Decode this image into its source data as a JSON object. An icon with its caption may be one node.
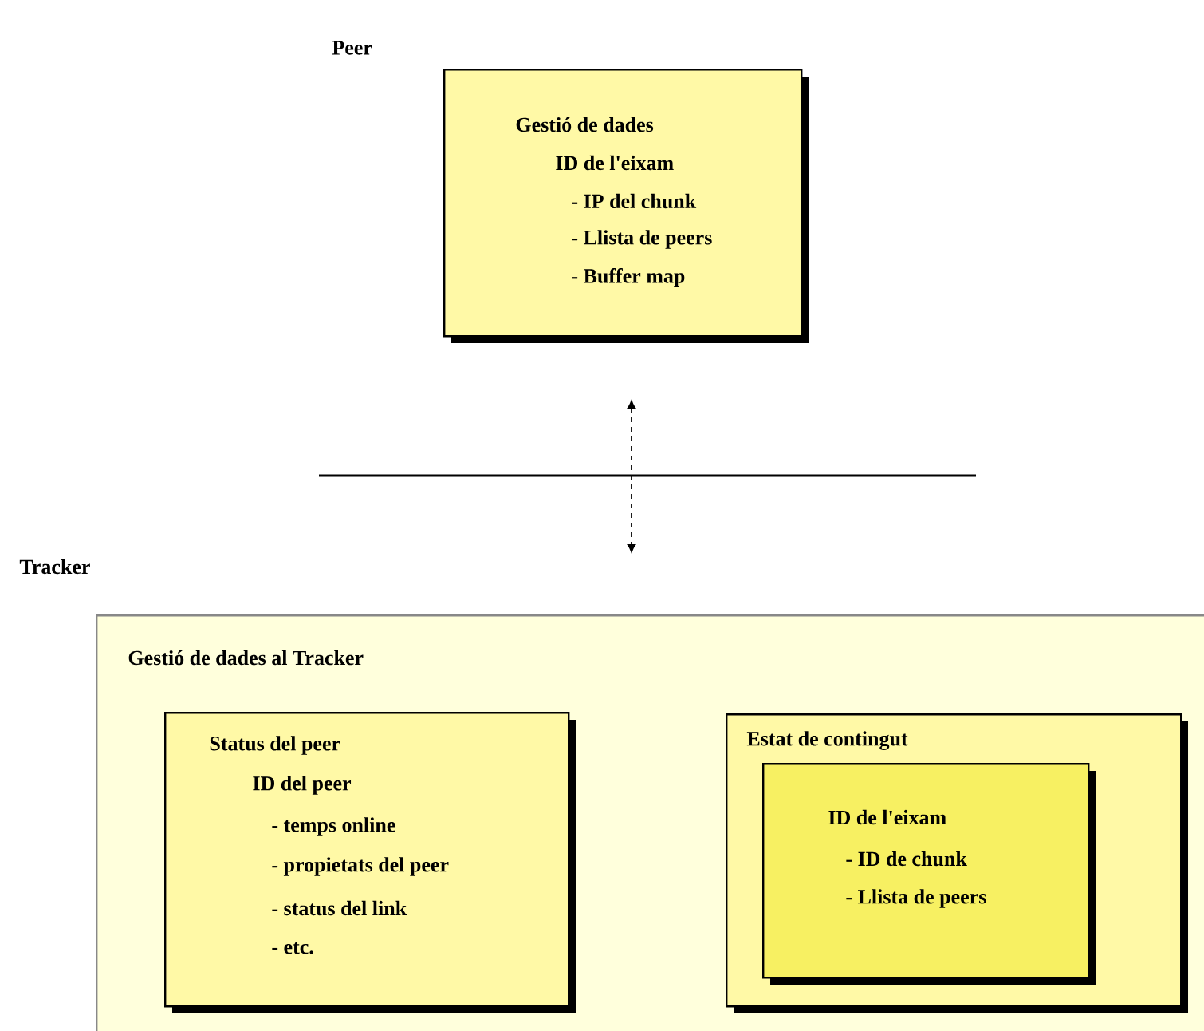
{
  "diagram": {
    "nodes": [
      {
        "text": [
          "Gestió de dades",
          "ID de l'eixam",
          "- IP del chunk",
          "- Llista de peers",
          "- Buffer map"
        ]
      },
      {
        "text": [
          "Gestió de dades al Tracker"
        ]
      },
      {
        "text": [
          "Status del peer",
          "ID del peer",
          "- temps online",
          "- propietats del peer",
          "- status del link",
          "- etc."
        ],
        "in": 1
      },
      {
        "text": [
          "Estat de contingut"
        ],
        "in": 1
      },
      {
        "text": [
          "ID de l'eixam",
          "- ID de chunk",
          "- Llista de peers"
        ],
        "in": 3
      }
    ],
    "labels": [
      "Peer",
      "Tracker"
    ]
  }
}
